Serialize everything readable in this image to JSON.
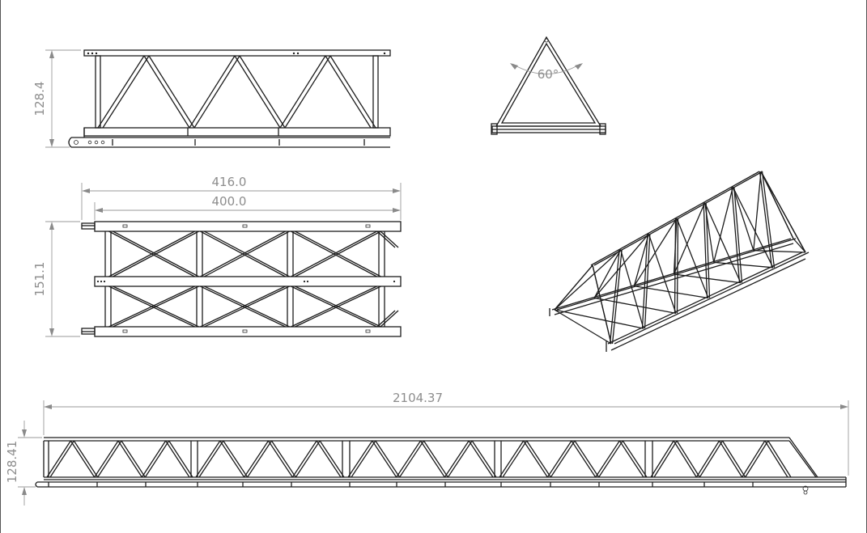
{
  "dimensions": {
    "side_height": "128.4",
    "overall_width": "416.0",
    "inner_width": "400.0",
    "top_depth": "151.1",
    "total_length": "2104.37",
    "total_height": "128.41",
    "apex_angle": "60°"
  },
  "colors": {
    "line": "#1c1c1c",
    "dimension": "#9a9a9a",
    "dimension_text": "#8d8d8d",
    "background": "#ffffff"
  }
}
